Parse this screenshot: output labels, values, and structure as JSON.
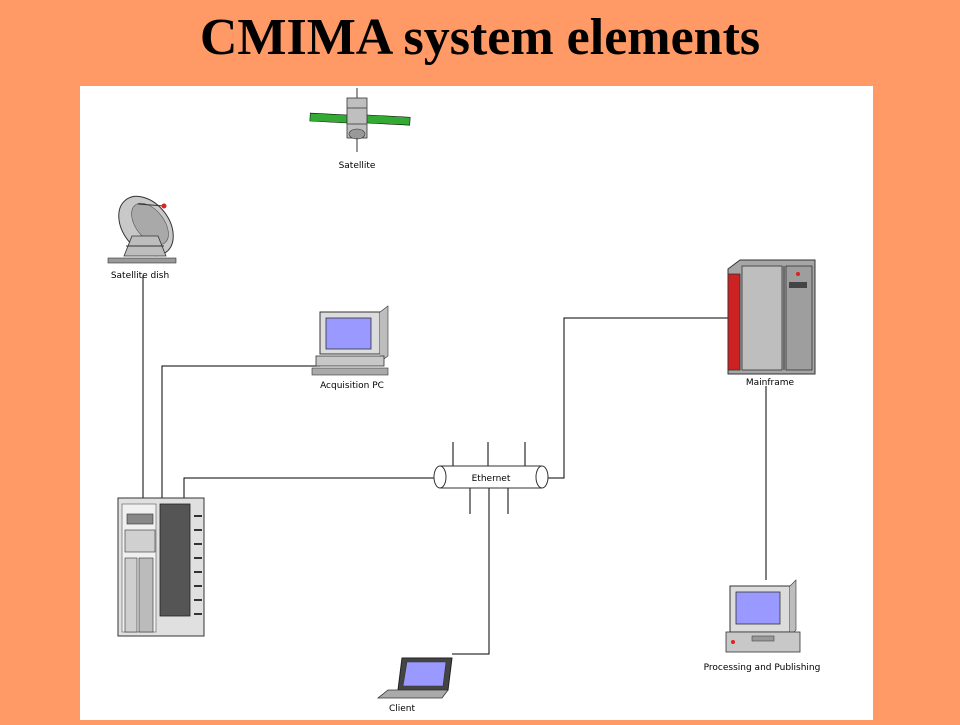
{
  "title": "CMIMA system elements",
  "nodes": {
    "satellite": "Satellite",
    "satellite_dish": "Satellite dish",
    "acquisition_pc": "Acquisition PC",
    "mainframe": "Mainframe",
    "ethernet": "Ethernet",
    "processing": "Processing  and Publishing",
    "client": "Client"
  }
}
